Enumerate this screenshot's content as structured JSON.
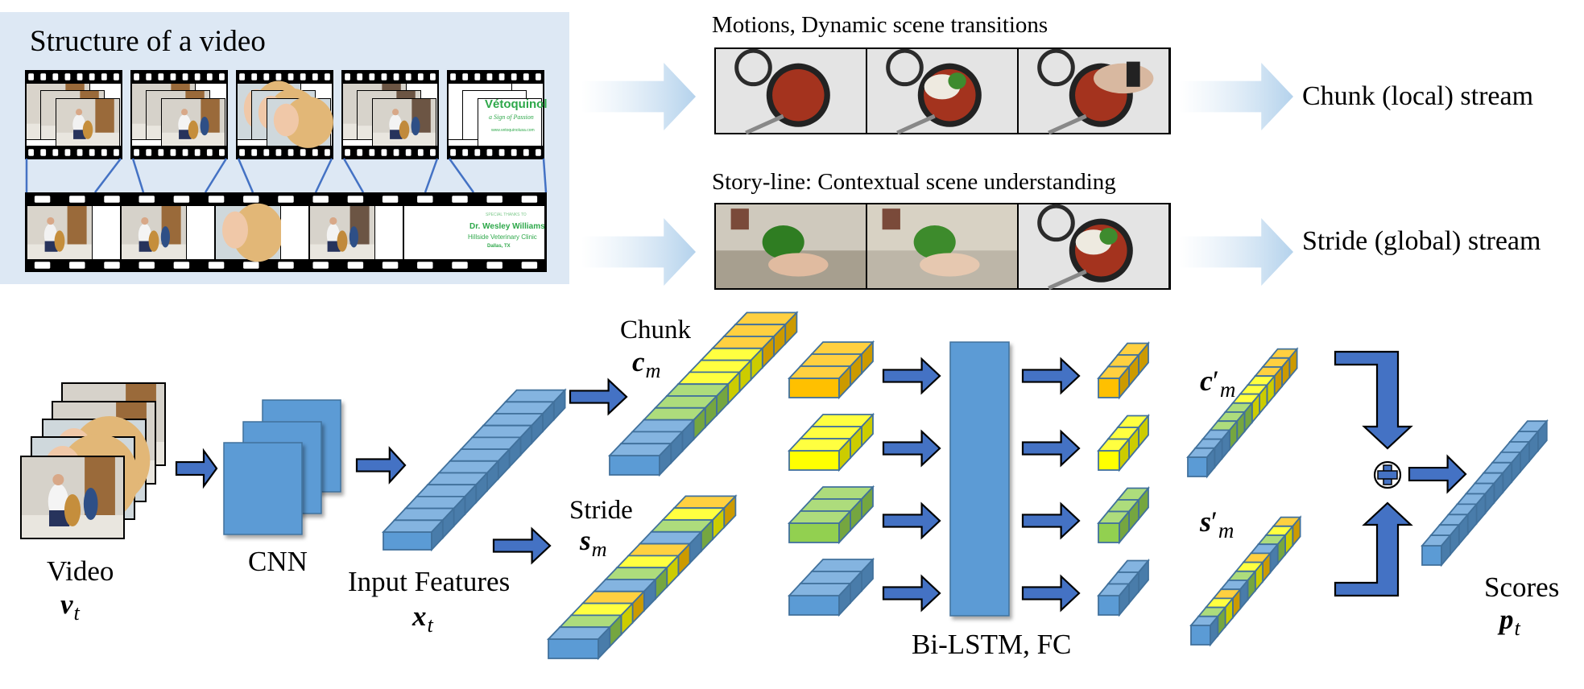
{
  "figure": {
    "colors": {
      "panel_bg": "#dde8f4",
      "cube_blue": "#5b9bd5",
      "cube_green": "#92d050",
      "cube_yellow": "#ffff00",
      "cube_orange": "#ffc000",
      "block_arrow": "#4472c4",
      "gradient_arrow": "#b4d2ec",
      "connector_line": "#4472c4"
    },
    "structure_panel": {
      "title": "Structure of a video",
      "shots": [
        {
          "scene": "vet-with-dog"
        },
        {
          "scene": "vet-with-dog-and-assistant"
        },
        {
          "scene": "ear-closeup"
        },
        {
          "scene": "vet-examining-dog"
        },
        {
          "scene": "sponsor-card",
          "card_title": "Vétoquinol",
          "card_subtitle": "a Sign of Passion",
          "card_url": "www.vetoquinolusa.com"
        }
      ],
      "keyframe_strip": {
        "credit_card": {
          "line1": "SPECIAL THANKS TO",
          "line2": "Dr. Wesley Williams",
          "line3": "Hillside Veterinary Clinic",
          "line4": "Dallas, TX"
        }
      }
    },
    "streams": [
      {
        "caption": "Motions, Dynamic scene transitions",
        "frames": [
          "pot-with-sausages",
          "adding-onions-and-peppers",
          "hand-stirring-pot"
        ],
        "output_label": "Chunk (local) stream"
      },
      {
        "caption": "Story-line: Contextual scene understanding",
        "frames": [
          "holding-green-pepper",
          "chopping-pepper",
          "pot-with-vegetables"
        ],
        "output_label": "Stride (global) stream"
      }
    ],
    "pipeline": {
      "video": {
        "label": "Video",
        "symbol": "v",
        "subscript": "t"
      },
      "cnn": {
        "label": "CNN"
      },
      "input_features": {
        "label": "Input Features",
        "symbol": "x",
        "subscript": "t",
        "cells": 12
      },
      "chunk": {
        "label": "Chunk",
        "symbol": "c",
        "subscript": "m",
        "cells": [
          "blue",
          "blue",
          "blue",
          "green",
          "green",
          "green",
          "yellow",
          "yellow",
          "yellow",
          "orange",
          "orange",
          "orange"
        ]
      },
      "stride": {
        "label": "Stride",
        "symbol": "s",
        "subscript": "m",
        "cells": [
          "blue",
          "green",
          "yellow",
          "orange",
          "blue",
          "green",
          "yellow",
          "orange",
          "blue",
          "green",
          "yellow",
          "orange"
        ]
      },
      "groups_in": [
        "orange",
        "yellow",
        "green",
        "blue"
      ],
      "bilstm": {
        "label": "Bi-LSTM, FC"
      },
      "groups_out": [
        "orange",
        "yellow",
        "green",
        "blue"
      ],
      "chunk_out": {
        "symbol": "c",
        "prime": "′",
        "subscript": "m",
        "cells": [
          "blue",
          "blue",
          "blue",
          "green",
          "green",
          "green",
          "yellow",
          "yellow",
          "yellow",
          "orange",
          "orange",
          "orange"
        ]
      },
      "stride_out": {
        "symbol": "s",
        "prime": "′",
        "subscript": "m",
        "cells": [
          "blue",
          "green",
          "yellow",
          "orange",
          "blue",
          "green",
          "yellow",
          "orange",
          "blue",
          "green",
          "yellow",
          "orange"
        ]
      },
      "fusion": {
        "operator": "⊕"
      },
      "scores": {
        "label": "Scores",
        "symbol": "p",
        "subscript": "t",
        "cells": 12
      }
    }
  }
}
